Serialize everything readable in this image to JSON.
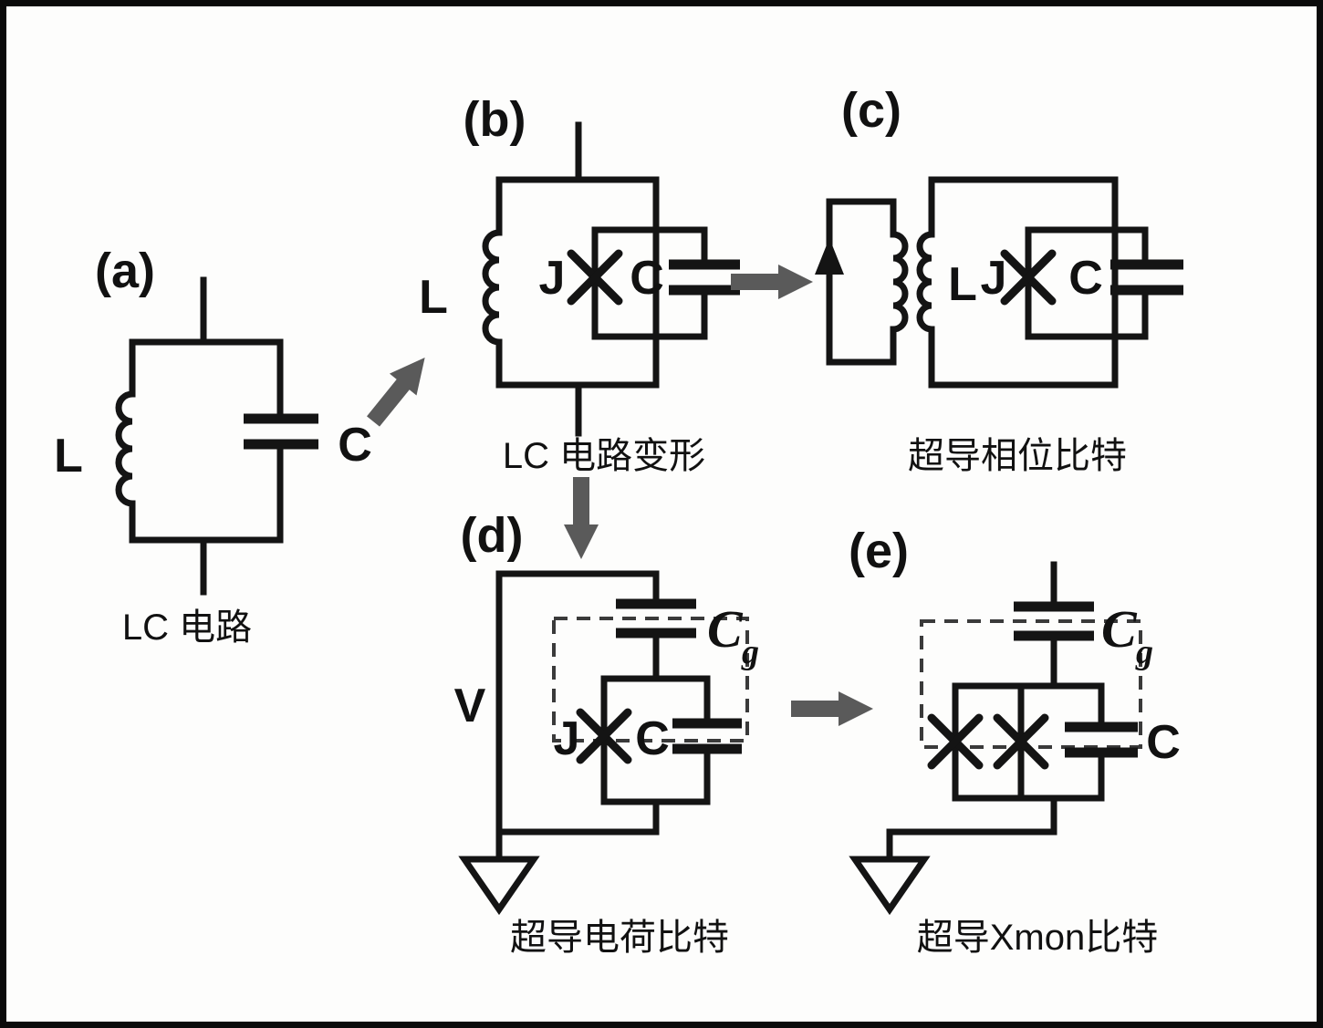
{
  "panels": {
    "a": {
      "tag": "(a)",
      "caption": "LC 电路",
      "labels": {
        "L": "L",
        "C": "C"
      }
    },
    "b": {
      "tag": "(b)",
      "caption": "LC 电路变形",
      "labels": {
        "L": "L",
        "J": "J",
        "C": "C"
      }
    },
    "c": {
      "tag": "(c)",
      "caption": "超导相位比特",
      "labels": {
        "L": "L",
        "J": "J",
        "C": "C"
      }
    },
    "d": {
      "tag": "(d)",
      "caption": "超导电荷比特",
      "labels": {
        "V": "V",
        "J": "J",
        "C": "C",
        "Cg_base": "C",
        "Cg_sub": "g"
      }
    },
    "e": {
      "tag": "(e)",
      "caption": "超导Xmon比特",
      "labels": {
        "C": "C",
        "Cg_base": "C",
        "Cg_sub": "g"
      }
    }
  },
  "colors": {
    "ink": "#141414",
    "arrow_gray": "#5a5a5a",
    "paper": "#fdfdfc"
  }
}
